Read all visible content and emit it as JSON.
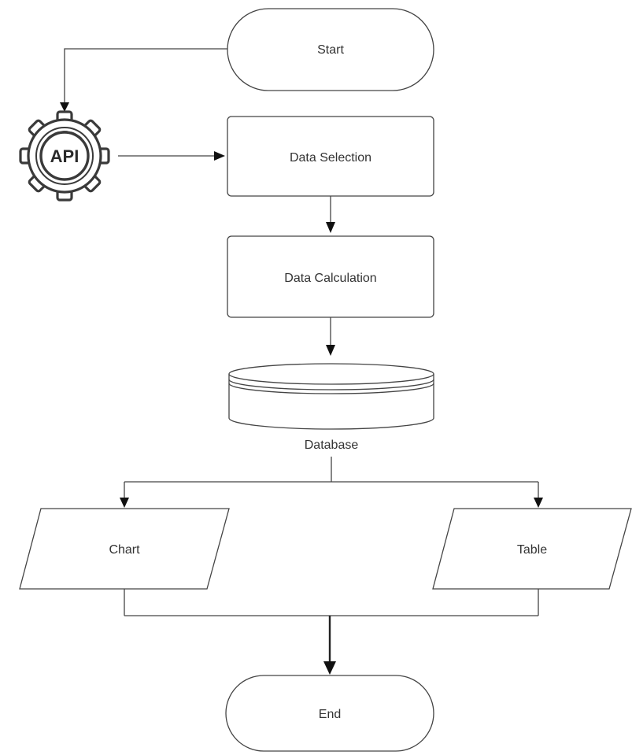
{
  "nodes": {
    "start": "Start",
    "api": "API",
    "data_selection": "Data Selection",
    "data_calculation": "Data Calculation",
    "database": "Database",
    "chart": "Chart",
    "table": "Table",
    "end": "End"
  },
  "colors": {
    "stroke": "#444444",
    "text": "#333333",
    "background": "#ffffff"
  },
  "icons": {
    "api": "api-gear-icon"
  }
}
